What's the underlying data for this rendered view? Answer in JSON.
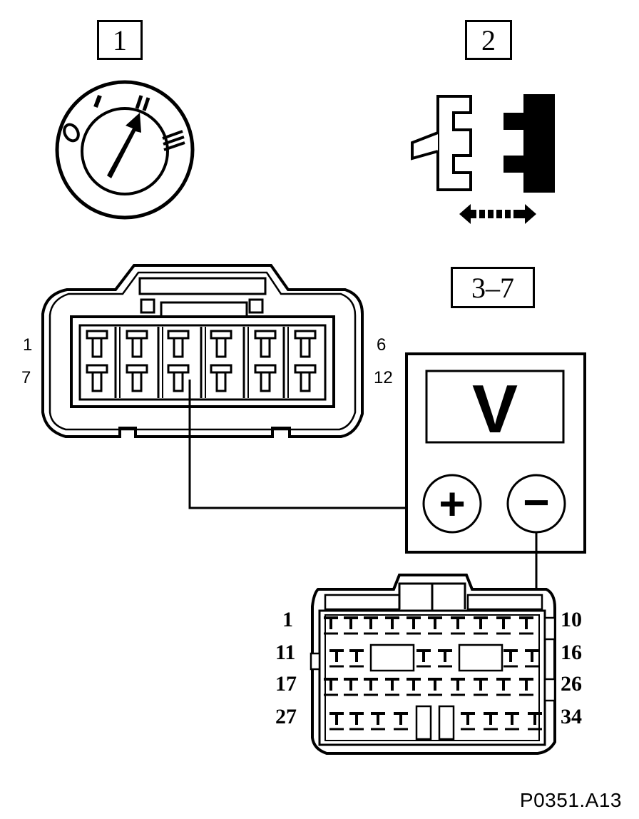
{
  "steps": {
    "step1": "1",
    "step2": "2",
    "step3": "3–7"
  },
  "ignition_switch": {
    "positions": [
      "O",
      "I",
      "II",
      "III"
    ],
    "icon": "ignition-switch-icon"
  },
  "connector_icon": "connector-disconnect-icon",
  "small_connector": {
    "pin_labels": {
      "top_left": "1",
      "top_right": "6",
      "bottom_left": "7",
      "bottom_right": "12"
    }
  },
  "voltmeter": {
    "display": "V",
    "plus_terminal": "+",
    "minus_terminal": "−"
  },
  "large_connector": {
    "pin_labels": {
      "row1_left": "1",
      "row1_right": "10",
      "row2_left": "11",
      "row2_right": "16",
      "row3_left": "17",
      "row3_right": "26",
      "row4_left": "27",
      "row4_right": "34"
    }
  },
  "caption": "P0351.A13"
}
